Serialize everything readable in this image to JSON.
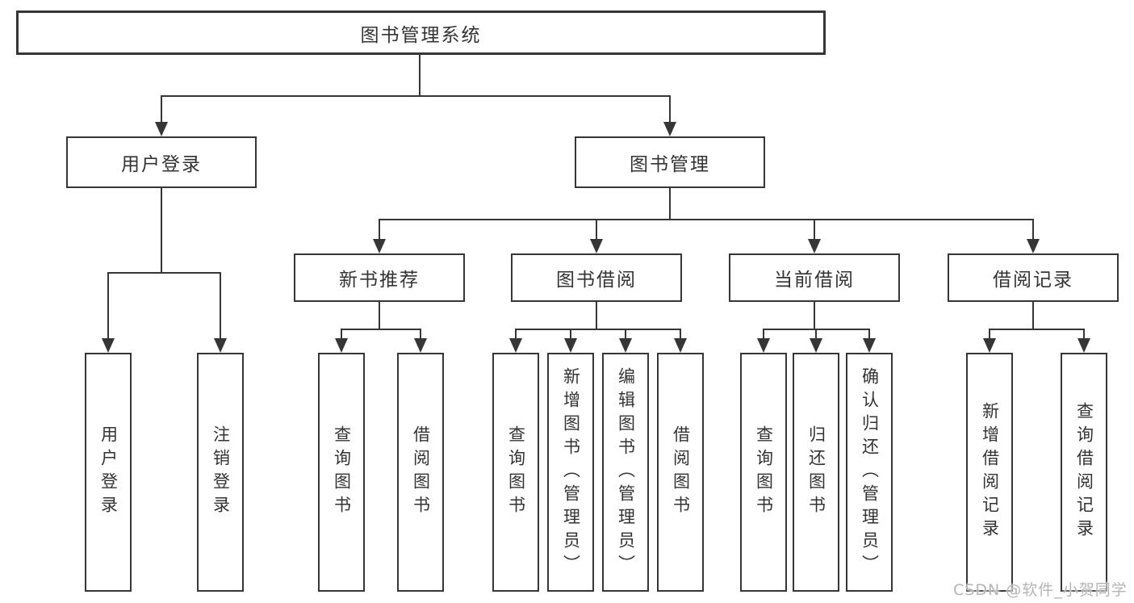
{
  "nodes": {
    "root": "图书管理系统",
    "user_login": "用户登录",
    "book_management": "图书管理",
    "new_book_recommend": "新书推荐",
    "book_borrow": "图书借阅",
    "current_borrow": "当前借阅",
    "borrow_record": "借阅记录",
    "leaf_user_login": "用户登录",
    "leaf_logout": "注销登录",
    "nb_query_book": "查询图书",
    "nb_borrow_book": "借阅图书",
    "bb_query_book": "查询图书",
    "bb_add_book": "新增图书（管理员）",
    "bb_edit_book": "编辑图书（管理员）",
    "bb_borrow_book": "借阅图书",
    "cb_query_book": "查询图书",
    "cb_return_book": "归还图书",
    "cb_confirm_return": "确认归还（管理员）",
    "br_add_record": "新增借阅记录",
    "br_query_record": "查询借阅记录"
  },
  "watermark": "CSDN @软件_小贺同学",
  "colors": {
    "line": "#363636",
    "text": "#333333",
    "background": "#ffffff",
    "watermark": "#b5b5b5"
  }
}
